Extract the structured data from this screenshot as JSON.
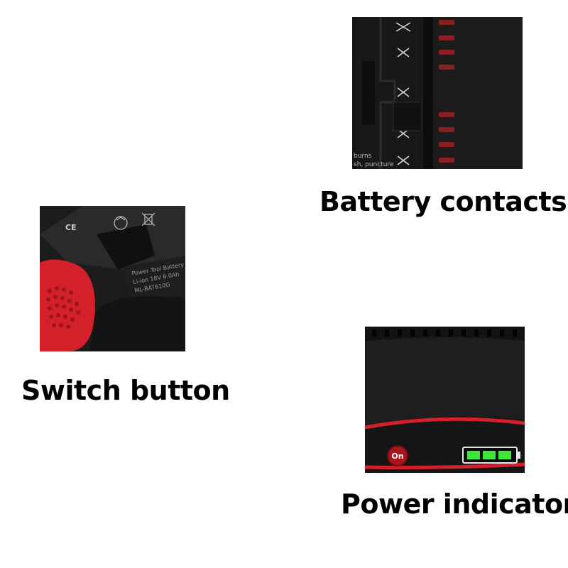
{
  "captions": {
    "contacts": "Battery contacts",
    "switch": "Switch button",
    "power": "Power indicator"
  },
  "contacts_photo": {
    "warning_lines": [
      "burns",
      "sh, puncture"
    ]
  },
  "switch_photo": {
    "marks": [
      "CE"
    ],
    "label_lines": [
      "Power Tool Battery",
      "Li-ion 18V 6.0Ah",
      "ML-BAT610G"
    ]
  },
  "power_photo": {
    "button_text": "On",
    "level_bars_lit": 3,
    "level_bars_total": 3
  },
  "colors": {
    "body_black": "#151515",
    "accent_red": "#d4202a",
    "indicator_green": "#3ee63a"
  }
}
